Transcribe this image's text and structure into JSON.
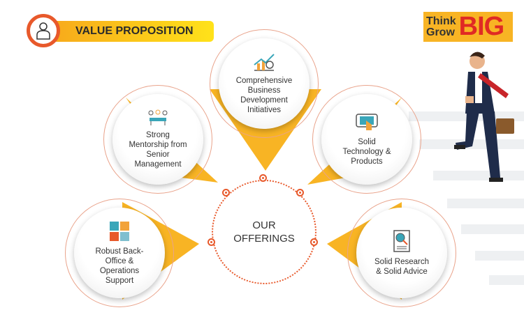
{
  "header": {
    "title": "VALUE PROPOSITION",
    "icon": "person-icon"
  },
  "logo": {
    "line1": "Think",
    "line2": "Grow",
    "big": "BIG"
  },
  "center": {
    "line1": "OUR",
    "line2": "OFFERINGS"
  },
  "offerings": [
    {
      "label": "Comprehensive Business Development Initiatives",
      "icon": "money-bag-growth-icon"
    },
    {
      "label": "Strong Mentorship from Senior Management",
      "icon": "meeting-icon"
    },
    {
      "label": "Solid Technology & Products",
      "icon": "tablet-touch-icon"
    },
    {
      "label": "Robust Back-Office & Operations Support",
      "icon": "puzzle-icon"
    },
    {
      "label": "Solid Research & Solid Advice",
      "icon": "research-document-icon"
    }
  ],
  "colors": {
    "accent": "#f8b424",
    "orange": "#e8592b",
    "logo_red": "#e02a24"
  }
}
